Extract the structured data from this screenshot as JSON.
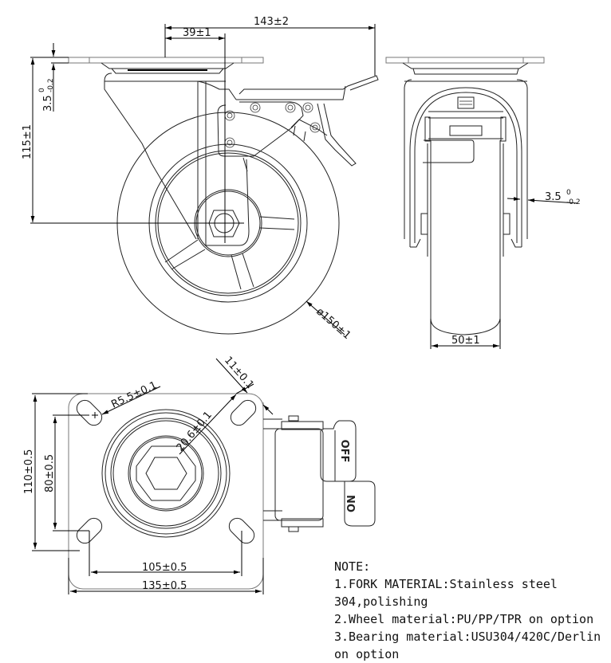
{
  "drawing": {
    "title": "Swivel caster with total brake - technical drawing",
    "views": [
      "side-view",
      "front-view",
      "top-plate-view"
    ]
  },
  "dimensions": {
    "overall_offset": "143±2",
    "swivel_offset": "39±1",
    "plate_thickness_main": "3.5",
    "plate_thickness_upper": "0",
    "plate_thickness_lower": "-0.2",
    "fork_thickness_main": "3.5",
    "fork_thickness_upper": "0",
    "fork_thickness_lower": "-0.2",
    "overall_height": "115±1",
    "wheel_diameter": "ø150±1",
    "wheel_width": "50±1",
    "slot_radius": "R5.5±0.1",
    "slot_width": "11±0.1",
    "center_bore": "20.6±0.1",
    "plate_height": "110±0.5",
    "hole_spacing_vertical": "80±0.5",
    "hole_spacing_horizontal": "105±0.5",
    "plate_width": "135±0.5"
  },
  "brake_labels": {
    "off": "OFF",
    "on": "ON"
  },
  "notes": {
    "heading": "NOTE:",
    "lines": [
      "1.FORK MATERIAL:Stainless steel",
      "304,polishing",
      "2.Wheel material:PU/PP/TPR on option",
      "3.Bearing material:USU304/420C/Derlin",
      "on option"
    ]
  }
}
